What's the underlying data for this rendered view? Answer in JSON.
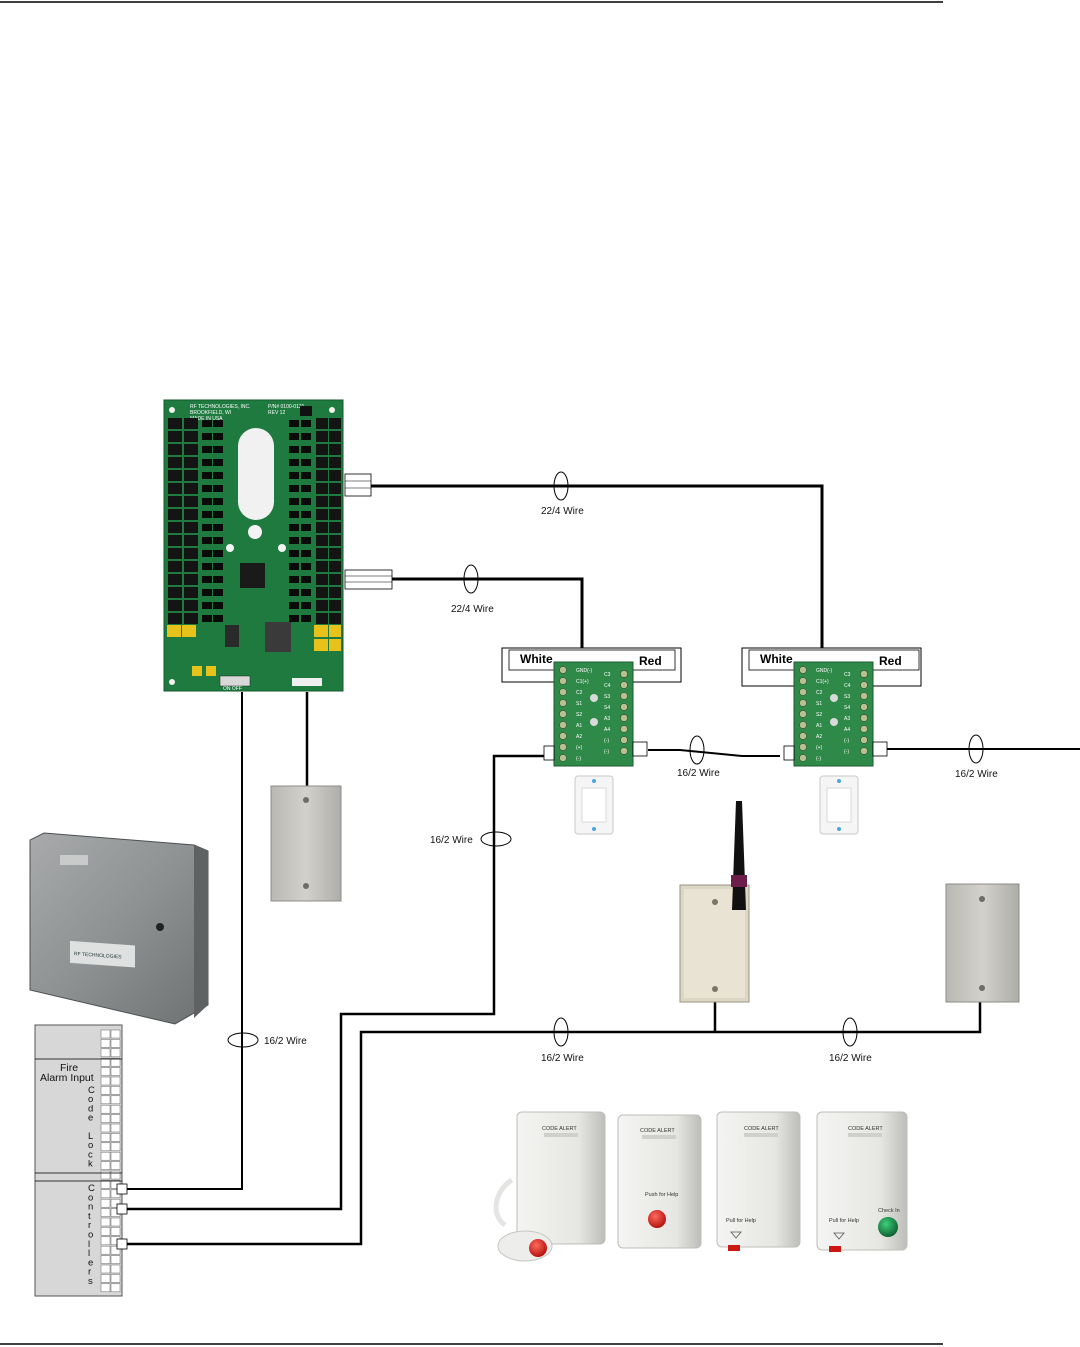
{
  "wire_labels": {
    "top_run": "22/4 Wire",
    "second_run": "22/4 Wire",
    "between_modules": "16/2 Wire",
    "right_exit": "16/2 Wire",
    "vertical_run": "16/2 Wire",
    "power_run": "16/2 Wire",
    "bottom_left": "16/2 Wire",
    "bottom_right": "16/2 Wire"
  },
  "terminal_module_1": {
    "left_label": "White",
    "right_label": "Red"
  },
  "terminal_module_2": {
    "left_label": "White",
    "right_label": "Red"
  },
  "module_pins_left": [
    "GND(-)",
    "C1(+)",
    "C2",
    "S1",
    "S2",
    "A1",
    "A2",
    "(+)",
    "(-)"
  ],
  "module_pins_right": [
    "C3",
    "C4",
    "S3",
    "S4",
    "A3",
    "A4",
    "(-)",
    "(-)"
  ],
  "terminal_panel": {
    "fire_line1": "Fire",
    "fire_line2": "Alarm Input",
    "code_lock": [
      "C",
      "o",
      "d",
      "e",
      "",
      "L",
      "o",
      "c",
      "k"
    ],
    "controllers": [
      "C",
      "o",
      "n",
      "t",
      "r",
      "o",
      "l",
      "l",
      "e",
      "r",
      "s"
    ]
  },
  "pcb_silkscreen": {
    "line1": "RF TECHNOLOGIES, INC.",
    "line2": "BROOKFIELD, WI",
    "line3": "MADE IN USA",
    "part": "P/N# 0100-0121",
    "rev": "REV 12",
    "switch_label": "ON  OFF"
  },
  "enclosure_brand": "RF TECHNOLOGIES",
  "button_devices": [
    {
      "brand": "CODE ALERT",
      "label": ""
    },
    {
      "brand": "CODE ALERT",
      "label": "Push for Help"
    },
    {
      "brand": "CODE ALERT",
      "label": "Pull for Help"
    },
    {
      "brand": "CODE ALERT",
      "label": "Pull for Help",
      "label2": "Check In"
    }
  ],
  "colors": {
    "wire": "#000000",
    "pcb": "#1f7a3f",
    "relay": "#1a1a1a",
    "relay_yellow": "#e6c21a",
    "device_plate": "#c4c3bf",
    "module_pcb": "#2f8a4a"
  }
}
